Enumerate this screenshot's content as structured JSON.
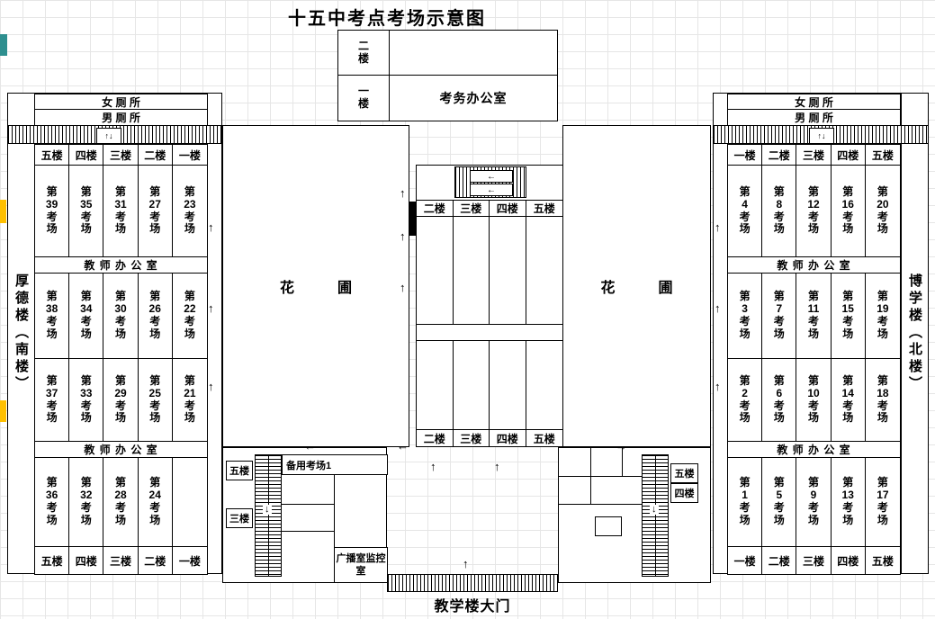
{
  "title": "十五中考点考场示意图",
  "arrows": {
    "up": "↑",
    "down": "↓",
    "left": "←",
    "right": "→",
    "lift": "↑↓"
  },
  "top_table": {
    "floor2": "二\n楼",
    "floor1": "一\n楼",
    "office": "考务办公室"
  },
  "left_building": {
    "name": "厚德楼（南楼）",
    "toilet_female": "女  厕  所",
    "toilet_male": "男  厕  所",
    "floors_top": [
      "五楼",
      "四楼",
      "三楼",
      "二楼",
      "一楼"
    ],
    "office_label": "教 师 办 公 室",
    "row1": [
      "第\n39\n考\n场",
      "第\n35\n考\n场",
      "第\n31\n考\n场",
      "第\n27\n考\n场",
      "第\n23\n考\n场"
    ],
    "row2": [
      "第\n38\n考\n场",
      "第\n34\n考\n场",
      "第\n30\n考\n场",
      "第\n26\n考\n场",
      "第\n22\n考\n场"
    ],
    "row3": [
      "第\n37\n考\n场",
      "第\n33\n考\n场",
      "第\n29\n考\n场",
      "第\n25\n考\n场",
      "第\n21\n考\n场"
    ],
    "row4": [
      "第\n36\n考\n场",
      "第\n32\n考\n场",
      "第\n28\n考\n场",
      "第\n24\n考\n场",
      ""
    ],
    "floors_bottom": [
      "五楼",
      "四楼",
      "三楼",
      "二楼",
      "一楼"
    ]
  },
  "right_building": {
    "name": "博学楼（北楼）",
    "toilet_female": "女  厕  所",
    "toilet_male": "男  厕  所",
    "floors_top": [
      "一楼",
      "二楼",
      "三楼",
      "四楼",
      "五楼"
    ],
    "office_label": "教 师 办 公 室",
    "row1": [
      "第\n4\n考\n场",
      "第\n8\n考\n场",
      "第\n12\n考\n场",
      "第\n16\n考\n场",
      "第\n20\n考\n场"
    ],
    "row2": [
      "第\n3\n考\n场",
      "第\n7\n考\n场",
      "第\n11\n考\n场",
      "第\n15\n考\n场",
      "第\n19\n考\n场"
    ],
    "row3": [
      "第\n2\n考\n场",
      "第\n6\n考\n场",
      "第\n10\n考\n场",
      "第\n14\n考\n场",
      "第\n18\n考\n场"
    ],
    "row4": [
      "第\n1\n考\n场",
      "第\n5\n考\n场",
      "第\n9\n考\n场",
      "第\n13\n考\n场",
      "第\n17\n考\n场"
    ],
    "floors_bottom": [
      "一楼",
      "二楼",
      "三楼",
      "四楼",
      "五楼"
    ]
  },
  "center_building": {
    "floors_top": [
      "二楼",
      "三楼",
      "四楼",
      "五楼"
    ],
    "floors_bottom": [
      "二楼",
      "三楼",
      "四楼",
      "五楼"
    ]
  },
  "garden": "花　　　圃",
  "bottom": {
    "backup_room": "备用考场1",
    "broadcast_room": "广播室监控室",
    "gate": "教学楼大门",
    "left_stair_floors": [
      "五楼",
      "三楼"
    ],
    "right_stair_floors": [
      "五楼",
      "四楼"
    ]
  },
  "colors": {
    "highlight_orange": "#ffc000",
    "highlight_teal": "#2e8f8f"
  }
}
